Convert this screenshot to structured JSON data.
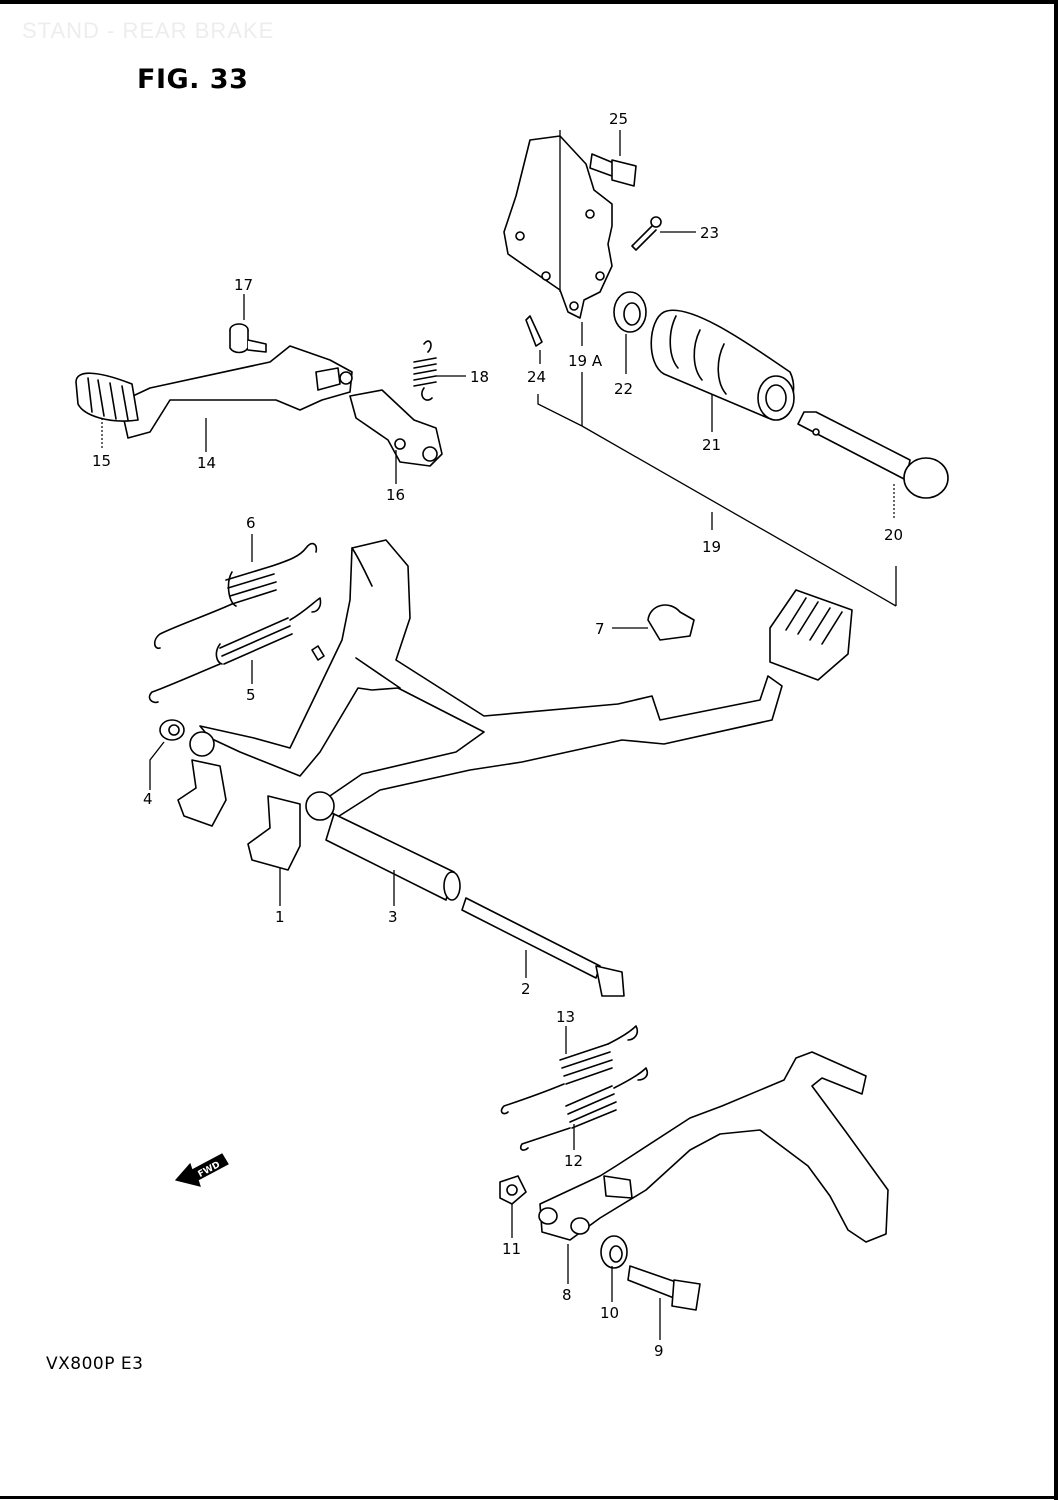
{
  "header": {
    "title": "STAND - REAR BRAKE"
  },
  "figure": {
    "label": "FIG. 33"
  },
  "footer": {
    "model_code": "VX800P E3"
  },
  "fwd_arrow": {
    "text": "FWD",
    "icon": "fwd-arrow-icon"
  },
  "callouts": {
    "p1": "1",
    "p2": "2",
    "p3": "3",
    "p4": "4",
    "p5": "5",
    "p6": "6",
    "p7": "7",
    "p8": "8",
    "p9": "9",
    "p10": "10",
    "p11": "11",
    "p12": "12",
    "p13": "13",
    "p14": "14",
    "p15": "15",
    "p16": "16",
    "p17": "17",
    "p18": "18",
    "p19": "19",
    "p19a": "19 A",
    "p20": "20",
    "p21": "21",
    "p22": "22",
    "p23": "23",
    "p24": "24",
    "p25": "25"
  }
}
